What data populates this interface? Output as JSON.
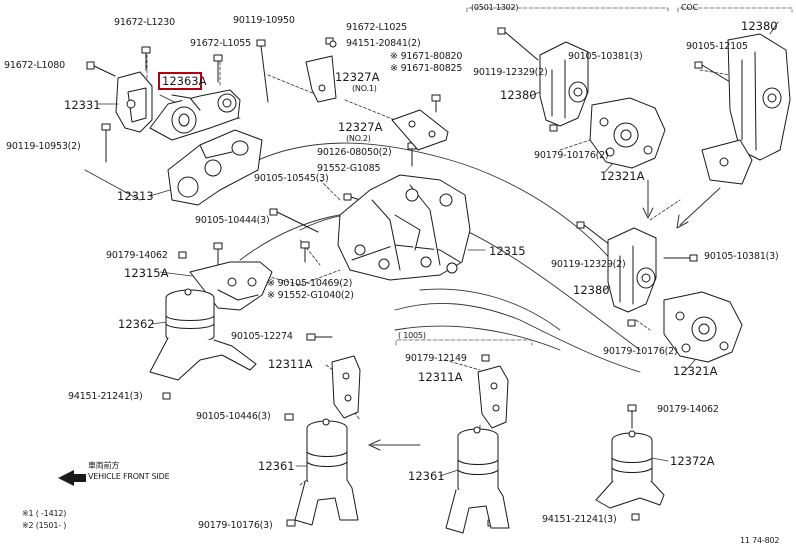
{
  "labels": {
    "p91672_L1230": "91672-L1230",
    "p90119_10950": "90119-10950",
    "p91672_L1025": "91672-L1025",
    "p94151_20841": "94151-20841(2)",
    "p91672_L1055": "91672-L1055",
    "p91672_L1080": "91672-L1080",
    "p91671_80820": "※ 91671-80820",
    "p91671_80825": "※ 91671-80825",
    "p12363A": "12363A",
    "p12327A_no1": "12327A",
    "no1": "(NO.1)",
    "p12331": "12331",
    "p90119_10953": "90119-10953(2)",
    "p12327A_no2": "12327A",
    "no2": "(NO.2)",
    "p90126_08050": "90126-08050(2)",
    "p12313": "12313",
    "p91552_G1085": "91552-G1085",
    "p90105_10545": "90105-10545(3)",
    "p90105_10444": "90105-10444(3)",
    "p12315": "12315",
    "p90179_14062_a": "90179-14062",
    "p12315A": "12315A",
    "p90105_10469": "※ 90105-10469(2)",
    "p91552_G1040": "※ 91552-G1040(2)",
    "p12362": "12362",
    "p90105_12274": "90105-12274",
    "p94151_21241_a": "94151-21241(3)",
    "p12311A_a": "12311A",
    "p90105_10446": "90105-10446(3)",
    "p12361_a": "12361",
    "p90179_10176_a": "90179-10176(3)",
    "date_mid": "(     1005)",
    "p90179_12149": "90179-12149",
    "p12311A_b": "12311A",
    "p12361_b": "12361",
    "date_top": "(0501 1302)",
    "p90119_12329_a": "90119-12329(2)",
    "p12380_a": "12380",
    "p90105_10381_a": "90105-10381(3)",
    "p90179_10176_b": "90179-10176(2)",
    "p12321A_a": "12321A",
    "coc": "COC",
    "p12380_b": "12380",
    "p90105_12105": "90105-12105",
    "p90119_12329_b": "90119-12329(2)",
    "p90105_10381_b": "90105-10381(3)",
    "p12380_c": "12380",
    "p90179_10176_c": "90179-10176(2)",
    "p12321A_b": "12321A",
    "p90179_14062_b": "90179-14062",
    "p12372A": "12372A",
    "p94151_21241_b": "94151-21241(3)",
    "vehicle_jp": "車両前方",
    "vehicle_en": "VEHICLE FRONT SIDE",
    "note1": "※1 (    -1412)",
    "note2": "※2 (1501-    )",
    "fig_no": "11 74-802"
  }
}
